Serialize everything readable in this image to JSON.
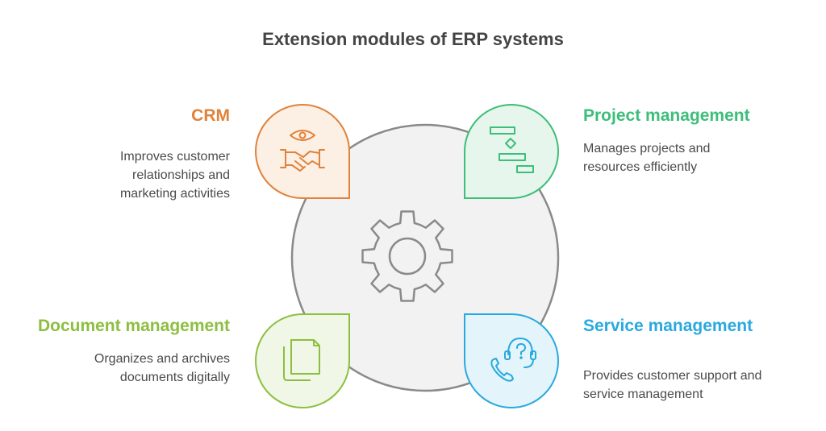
{
  "title": "Extension modules of ERP systems",
  "modules": [
    {
      "name": "CRM",
      "description_lines": [
        "Improves customer",
        "relationships and",
        "marketing activities"
      ],
      "color": "#E0823A",
      "fill": "#FCEFE4",
      "icon": "eye-handshake-icon"
    },
    {
      "name": "Project management",
      "description_lines": [
        "Manages projects and",
        "resources efficiently"
      ],
      "color": "#3DBE7A",
      "fill": "#E6F6EC",
      "icon": "gantt-chart-icon"
    },
    {
      "name": "Document management",
      "description_lines": [
        "Organizes and archives",
        "documents digitally"
      ],
      "color": "#8CBF3F",
      "fill": "#F1F7E6",
      "icon": "documents-icon"
    },
    {
      "name": "Service management",
      "description_lines": [
        "Provides customer support and",
        "service management"
      ],
      "color": "#29A9DF",
      "fill": "#E4F4FB",
      "icon": "headset-phone-icon"
    }
  ],
  "center": {
    "icon": "gear-icon",
    "color": "#8A8A8A",
    "fill": "#F2F2F2"
  }
}
